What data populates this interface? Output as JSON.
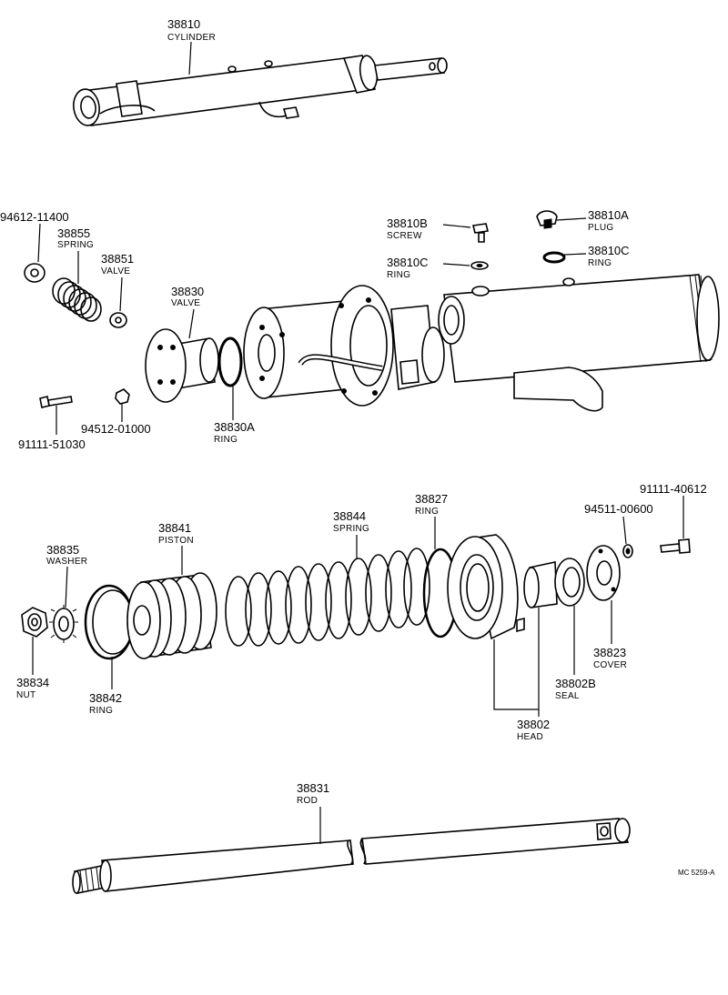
{
  "parts": {
    "p38810": {
      "num": "38810",
      "name": "CYLINDER"
    },
    "p94612": {
      "num": "94612-11400"
    },
    "p38855": {
      "num": "38855",
      "name": "SPRING"
    },
    "p38851": {
      "num": "38851",
      "name": "VALVE"
    },
    "p38830": {
      "num": "38830",
      "name": "VALVE"
    },
    "p38830A": {
      "num": "38830A",
      "name": "RING"
    },
    "p91111_51030": {
      "num": "91111-51030"
    },
    "p94512": {
      "num": "94512-01000"
    },
    "p38810B": {
      "num": "38810B",
      "name": "SCREW"
    },
    "p38810C_1": {
      "num": "38810C",
      "name": "RING"
    },
    "p38810A": {
      "num": "38810A",
      "name": "PLUG"
    },
    "p38810C_2": {
      "num": "38810C",
      "name": "RING"
    },
    "p38827": {
      "num": "38827",
      "name": "RING"
    },
    "p38844": {
      "num": "38844",
      "name": "SPRING"
    },
    "p38841": {
      "num": "38841",
      "name": "PISTON"
    },
    "p38835": {
      "num": "38835",
      "name": "WASHER"
    },
    "p91111_40612": {
      "num": "91111-40612"
    },
    "p94511": {
      "num": "94511-00600"
    },
    "p38823": {
      "num": "38823",
      "name": "COVER"
    },
    "p38802B": {
      "num": "38802B",
      "name": "SEAL"
    },
    "p38802": {
      "num": "38802",
      "name": "HEAD"
    },
    "p38834": {
      "num": "38834",
      "name": "NUT"
    },
    "p38842": {
      "num": "38842",
      "name": "RING"
    },
    "p38831": {
      "num": "38831",
      "name": "ROD"
    }
  },
  "ref": "MC 5259-A"
}
